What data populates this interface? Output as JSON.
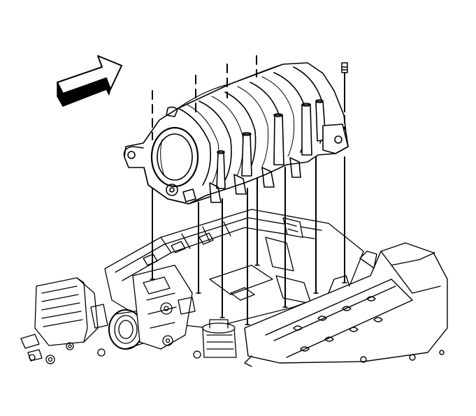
{
  "diagram": {
    "style": "black line-art technical illustration",
    "ink_color": "#000000",
    "background_color": "#ffffff",
    "view_direction_marker": "forward-arrow-icon",
    "components": [
      "intake-manifold",
      "throttle-body-opening",
      "manifold-bolts",
      "manifold-stud",
      "engine-block",
      "right-cylinder-head-cover",
      "left-engine-accessories"
    ],
    "fastener_count": 8
  }
}
